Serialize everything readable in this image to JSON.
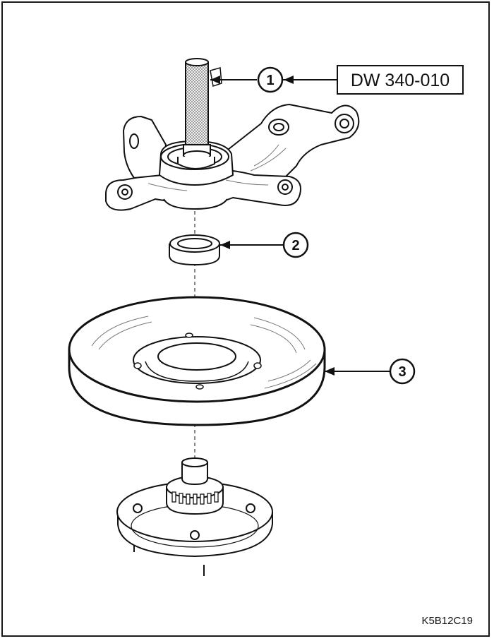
{
  "figure": {
    "tool_label": "DW 340-010",
    "reference_code": "K5B12C19",
    "callouts": [
      {
        "number": "1"
      },
      {
        "number": "2"
      },
      {
        "number": "3"
      }
    ]
  },
  "colors": {
    "line": "#111111",
    "fill": "#ffffff",
    "hatch": "#9a9a9a"
  }
}
